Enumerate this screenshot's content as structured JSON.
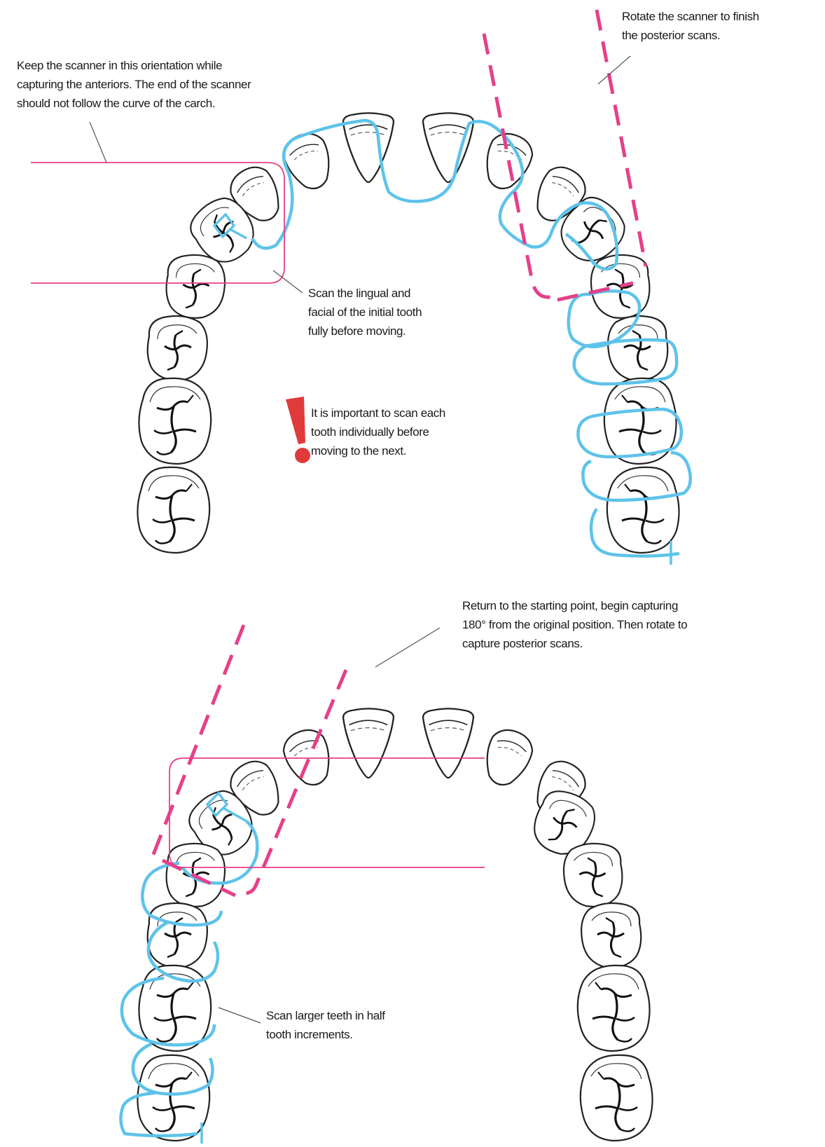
{
  "notes": {
    "rotate": [
      "Rotate the scanner to finish",
      "the posterior scans."
    ],
    "keep": [
      "Keep the scanner in this orientation while",
      "capturing the anteriors. The end of the scanner",
      "should not follow the curve of the carch."
    ],
    "lingual": [
      "Scan the lingual and",
      "facial of the initial tooth",
      "fully before moving."
    ],
    "important": [
      "It is important to scan each",
      "tooth individually before",
      "moving to the next."
    ],
    "return": [
      "Return to the starting point, begin capturing",
      "180° from the original position. Then rotate to",
      "capture posterior scans."
    ],
    "larger": [
      "Scan larger teeth in half",
      "tooth increments."
    ]
  },
  "colors": {
    "tooth_outline": "#222222",
    "fissure": "#111111",
    "scan_path": "#5ec3ea",
    "orientation_guide": "#e5408a",
    "warning": "#e03a3a",
    "leader_line": "#555555"
  },
  "icons": {
    "warning": "exclamation-mark-icon"
  }
}
